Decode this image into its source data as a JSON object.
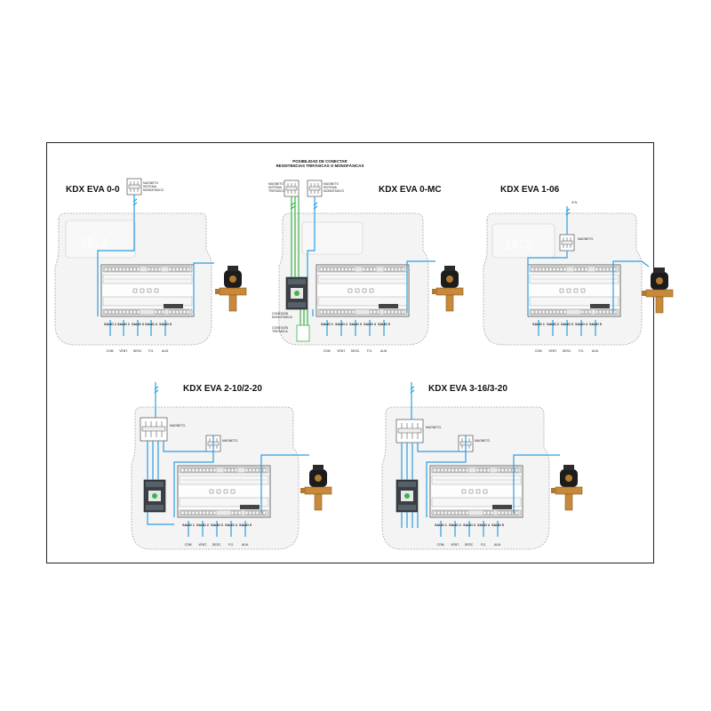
{
  "panels": [
    {
      "id": "p1",
      "title": "KDX EVA 0-0",
      "display": "-18.2",
      "magneto_label": "MAGNETO\nSISTEMA\nMONOFÁSICO",
      "outputs": [
        "SALID 1",
        "SALID 2",
        "SALID 3",
        "SALID 4",
        "SALID 5"
      ],
      "functions": [
        "COM.",
        "VENT.",
        "DESC.",
        "F.G.",
        "ALM."
      ]
    },
    {
      "id": "p2",
      "title": "KDX EVA 0-MC",
      "magneto_label_a": "MAGNETO\nSISTEMA\nTRIFÁSICO",
      "magneto_label_b": "MAGNETO\nSISTEMA\nMONOFÁSICO",
      "note_top": "POSIBILIDAD DE CONECTAR\nRESISTENCIAS TRIFÁSICAS O MONOFÁSICAS",
      "conexion_mono": "CONEXIÓN\nMONOFÁSICA",
      "conexion_tri": "CONEXIÓN\nTRIFÁSICA",
      "outputs": [
        "SALID 1",
        "SALID 2",
        "SALID 3",
        "SALID 4",
        "SALID 5"
      ],
      "functions": [
        "COM.",
        "VENT.",
        "DESC.",
        "F.G.",
        "ALM."
      ]
    },
    {
      "id": "p3",
      "title": "KDX EVA 1-06",
      "display": "-18.2",
      "supply": "3+N",
      "magneto_label": "MAGNETO.",
      "outputs": [
        "SALID 1",
        "SALID 2",
        "SALID 3",
        "SALID 4",
        "SALID 5"
      ],
      "functions": [
        "COM.",
        "VENT.",
        "DESC.",
        "F.G.",
        "ALM."
      ]
    },
    {
      "id": "p4",
      "title": "KDX EVA 2-10/2-20",
      "magneto_label_a": "MAGNETO.",
      "magneto_label_b": "MAGNETO.",
      "outputs": [
        "SALID 1",
        "SALID 2",
        "SALID 3",
        "SALID 4",
        "SALID 5"
      ],
      "functions": [
        "COM.",
        "VENT.",
        "DESC.",
        "F.G.",
        "ALM."
      ]
    },
    {
      "id": "p5",
      "title": "KDX EVA 3-16/3-20",
      "magneto_label_a": "MAGNETO.",
      "magneto_label_b": "MAGNETO.",
      "outputs": [
        "SALID 1",
        "SALID 2",
        "SALID 3",
        "SALID 4",
        "SALID 5"
      ],
      "functions": [
        "COM.",
        "VENT.",
        "DESC.",
        "F.G.",
        "ALM."
      ]
    }
  ],
  "colors": {
    "wire": "#2d9ee0",
    "green_wire": "#3bb54a",
    "brass": "#c8893a",
    "coil": "#1c1c1c",
    "contactor": "#3a3f44",
    "enclosure": "#f4f4f4"
  },
  "icons": [
    "solenoid-valve-icon",
    "controller-module-icon",
    "breaker-icon",
    "contactor-icon"
  ]
}
